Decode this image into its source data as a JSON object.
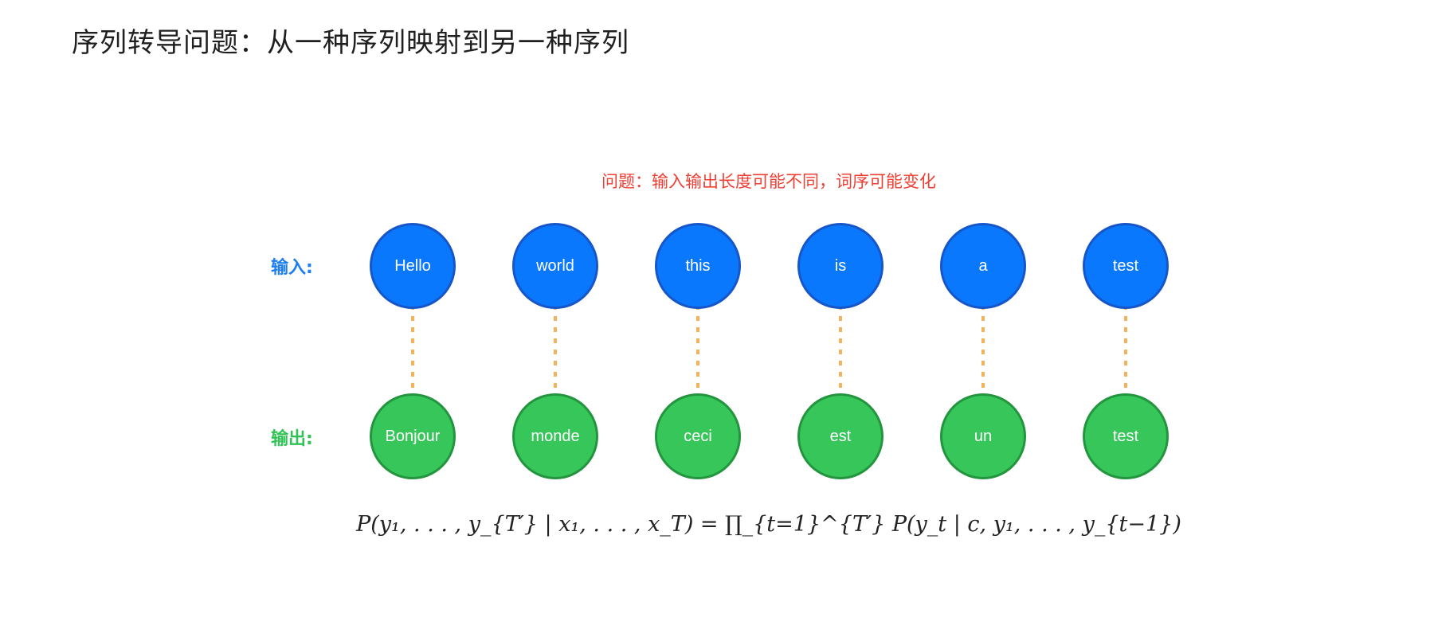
{
  "title": "序列转导问题：从一种序列映射到另一种序列",
  "note": "问题：输入输出长度可能不同，词序可能变化",
  "labels": {
    "input": "输入:",
    "output": "输出:"
  },
  "input_tokens": [
    "Hello",
    "world",
    "this",
    "is",
    "a",
    "test"
  ],
  "output_tokens": [
    "Bonjour",
    "monde",
    "ceci",
    "est",
    "un",
    "test"
  ],
  "formula": "P(y₁, . . . , y_{T′} | x₁, . . . , x_T) = ∏_{t=1}^{T′} P(y_t | c, y₁, . . . , y_{t−1})",
  "colors": {
    "input_fill": "#0a78fd",
    "output_fill": "#37c65a",
    "link": "#f5b25c",
    "note": "#ef3f34"
  }
}
